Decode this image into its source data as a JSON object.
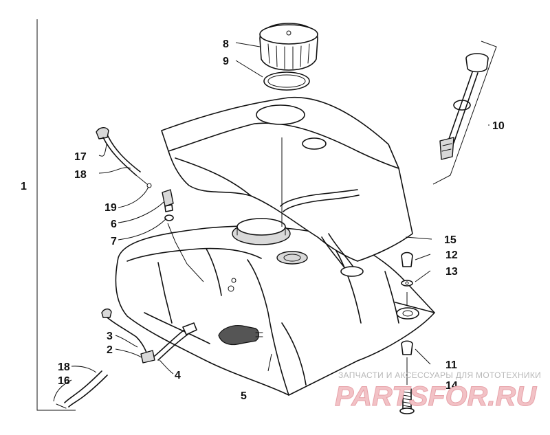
{
  "callouts": {
    "c1": "1",
    "c2": "2",
    "c3": "3",
    "c4": "4",
    "c5": "5",
    "c6": "6",
    "c7": "7",
    "c8": "8",
    "c9": "9",
    "c10": "10",
    "c11": "11",
    "c12": "12",
    "c13": "13",
    "c14": "14",
    "c15": "15",
    "c16": "16",
    "c17": "17",
    "c18a": "18",
    "c18b": "18",
    "c19": "19"
  },
  "watermark": {
    "caption": "ЗАПЧАСТИ И АКСЕССУАРЫ ДЛЯ МОТОТЕХНИКИ",
    "logo": "PARTSFOR.RU"
  }
}
